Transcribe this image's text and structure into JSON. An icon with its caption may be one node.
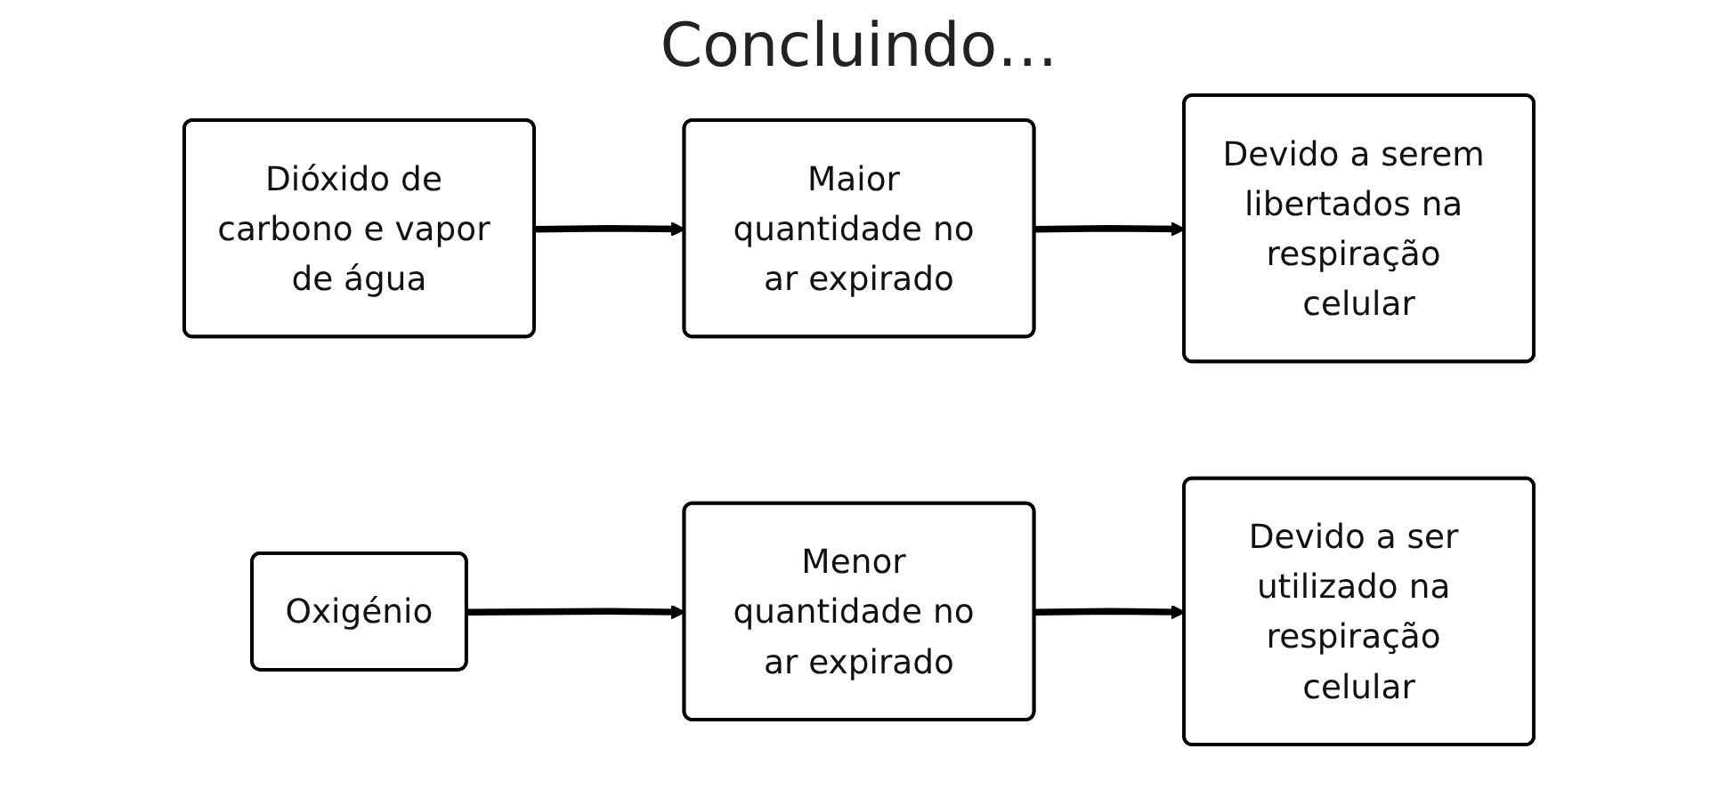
{
  "diagram": {
    "title": "Concluindo…",
    "nodes": [
      {
        "text": [
          "Dióxido de carbono e vapor de água"
        ]
      },
      {
        "text": [
          "Maior quantidade no ar expirado"
        ]
      },
      {
        "text": [
          "Devido a serem libertados na respiração celular"
        ]
      },
      {
        "text": [
          "Oxigénio"
        ]
      },
      {
        "text": [
          "Menor quantidade no ar expirado"
        ]
      },
      {
        "text": [
          "Devido a ser utilizado na respiração celular"
        ]
      }
    ],
    "edges": [
      {
        "from": 0,
        "to": 1,
        "arrow": "to"
      },
      {
        "from": 1,
        "to": 2,
        "arrow": "to"
      },
      {
        "from": 3,
        "to": 4,
        "arrow": "to"
      },
      {
        "from": 4,
        "to": 5,
        "arrow": "to"
      }
    ]
  }
}
